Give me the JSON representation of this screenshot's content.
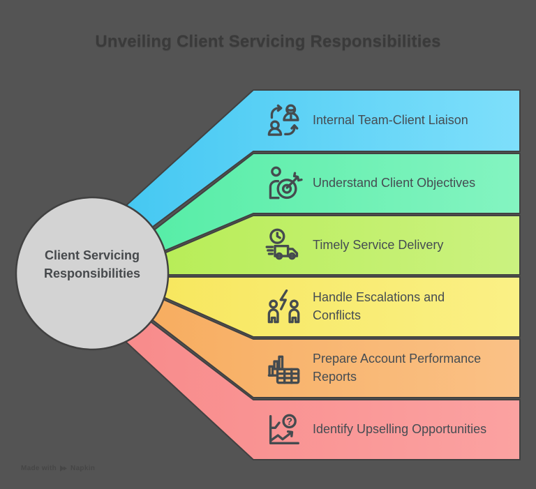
{
  "title": {
    "text": "Unveiling Client Servicing Responsibilities",
    "color": "#3a3a3a"
  },
  "background": "#545454",
  "center_circle": {
    "line1": "Client Servicing",
    "line2": "Responsibilities",
    "fill": "#d3d3d3",
    "border_color": "#414141",
    "text_color": "#46494c"
  },
  "bands": [
    {
      "label": "Internal Team-Client Liaison",
      "icon": "people-exchange-icon",
      "color_left": "#45c8f2",
      "color_right": "#7edffb"
    },
    {
      "label": "Understand Client Objectives",
      "icon": "person-target-icon",
      "color_left": "#57eda7",
      "color_right": "#84f4c1"
    },
    {
      "label": "Timely Service Delivery",
      "icon": "clock-truck-icon",
      "color_left": "#b8ed58",
      "color_right": "#cbf280"
    },
    {
      "label": "Handle Escalations and Conflicts",
      "icon": "people-conflict-icon",
      "color_left": "#f7e75f",
      "color_right": "#faf086"
    },
    {
      "label": "Prepare Account Performance Reports",
      "icon": "report-table-icon",
      "color_left": "#f7ad60",
      "color_right": "#fac186"
    },
    {
      "label": "Identify Upselling Opportunities",
      "icon": "growth-question-icon",
      "color_left": "#f88b8b",
      "color_right": "#fba2a1"
    }
  ],
  "icon_glyphs": {
    "question_mark": "?"
  },
  "colors": {
    "outline": "#414141",
    "icon_stroke": "#454b4f",
    "label_text": "#454c52",
    "table_panel": "#f9b873"
  },
  "watermark": {
    "prefix": "Made with",
    "brand": "Napkin"
  }
}
